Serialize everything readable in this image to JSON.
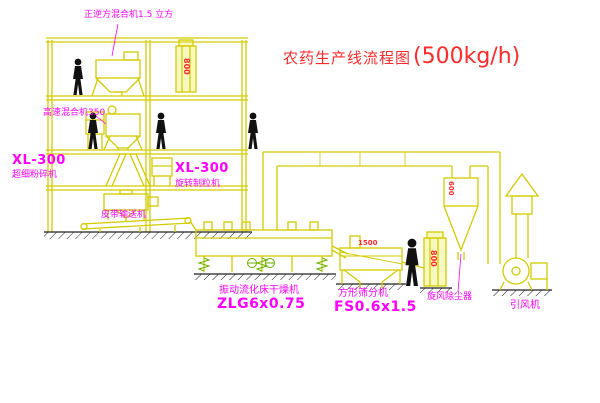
{
  "title": {
    "name": "农药生产线流程图",
    "capacity": "(500kg/h)"
  },
  "equipment_labels": {
    "top_mixer": "正逆方混合机1.5 立方",
    "high_speed_mixer": "高速混合机350",
    "pulverizer": {
      "model": "XL-300",
      "name": "超细粉碎机"
    },
    "granulator": {
      "model": "XL-300",
      "name": "旋转制粒机"
    },
    "belt_conveyor": "皮带输送机",
    "dryer": {
      "name": "振动流化床干燥机",
      "model": "ZLG6x0.75"
    },
    "sieve": {
      "name": "方形筛分机",
      "model": "FS0.6x1.5"
    },
    "cyclone": "旋风除尘器",
    "fan": "引风机"
  },
  "dimensions": {
    "elevator1": "800",
    "elevator2": "800",
    "sieve_feed": "1500",
    "cyclone": "600"
  },
  "colors": {
    "line_yellow": "#d2cc00",
    "accent_green": "#6ab200",
    "label_magenta": "#ff00ff",
    "title_red": "#ff2a2a",
    "figure_black": "#111111",
    "background": "#ffffff"
  }
}
